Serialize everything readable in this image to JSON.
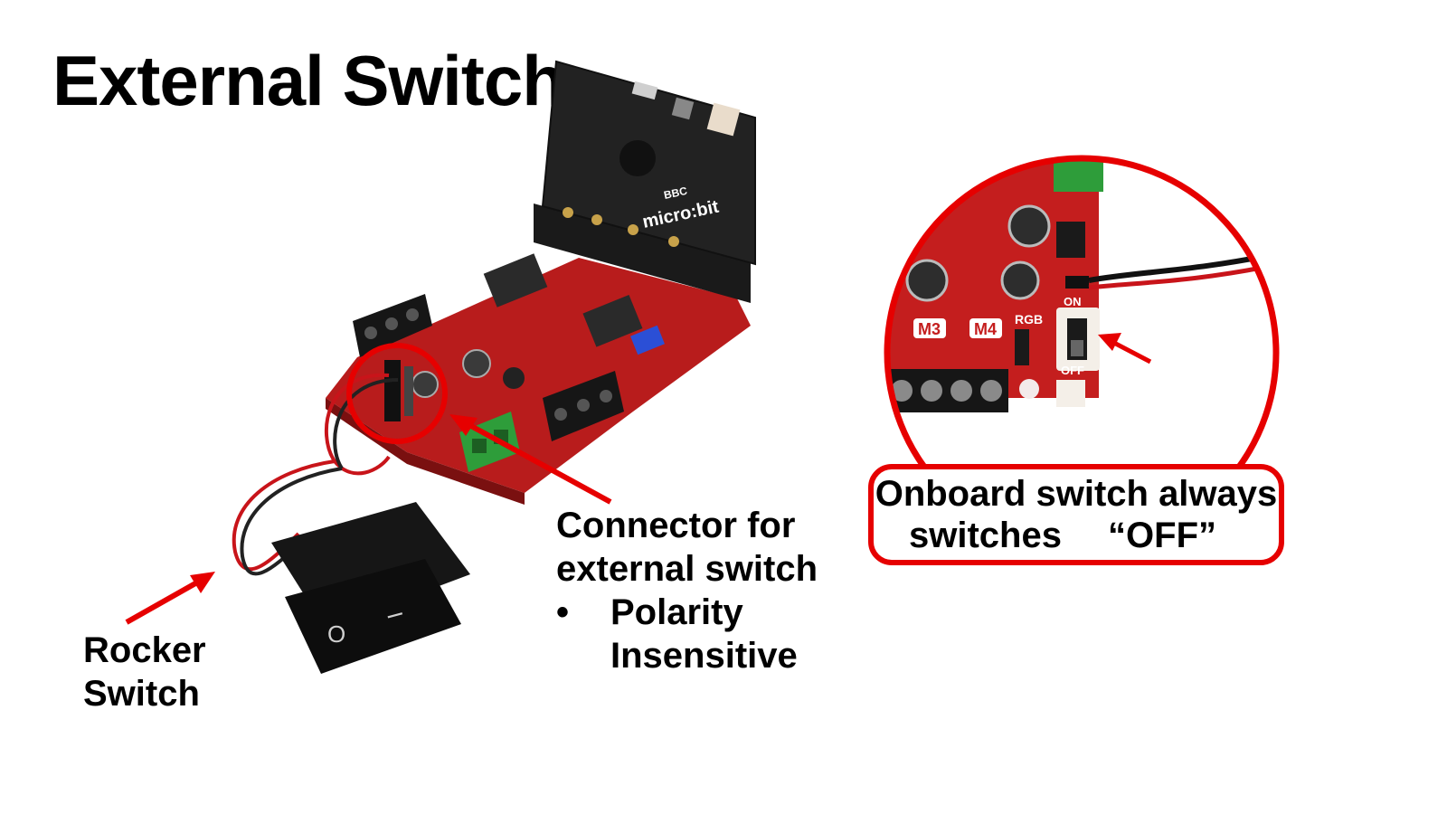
{
  "slide": {
    "title": "External Switch"
  },
  "rocker_switch": {
    "label_line1": "Rocker",
    "label_line2": "Switch",
    "symbol_off": "O",
    "symbol_on": "I"
  },
  "connector": {
    "line1": "Connector for",
    "line2": "external switch",
    "bullet": "•",
    "bullet_line1": "Polarity",
    "bullet_line2": "Insensitive"
  },
  "onboard_switch": {
    "callout_line1": "Onboard switch always",
    "callout_line2": "switches 　“OFF”",
    "on_label": "ON",
    "off_label": "OFF"
  },
  "board": {
    "microbit_text": "micro:bit",
    "bbc_text": "BBC",
    "motor_labels": [
      "M3",
      "M4"
    ],
    "rgb_label": "RGB"
  },
  "colors": {
    "accent_red": "#e60000",
    "board_red": "#b81c1c",
    "board_dark": "#1c1c1c",
    "terminal_green": "#2e9d3a"
  }
}
